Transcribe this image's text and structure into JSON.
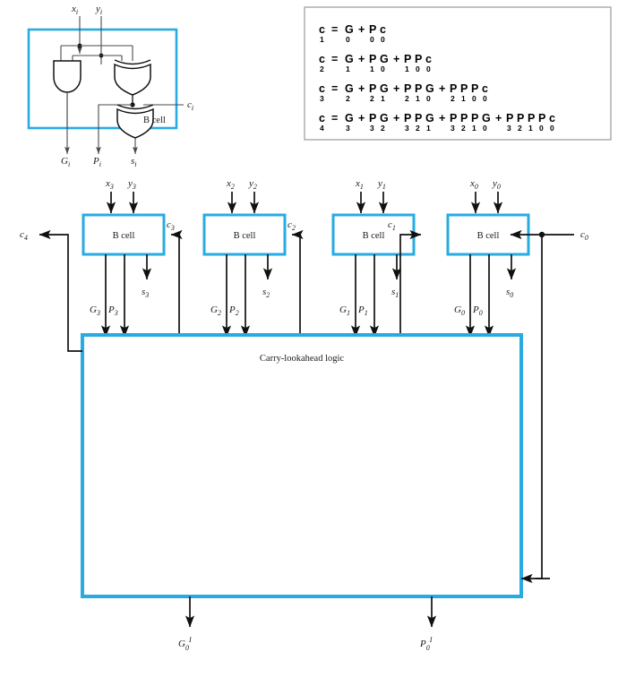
{
  "figure": {
    "title": "Carry-lookahead adder with B cells",
    "accent_color": "#29ABE2",
    "wire_color": "#111111",
    "thin_wire_color": "#4a4a4a"
  },
  "bcell_detail": {
    "box_label": "B cell",
    "inputs": [
      {
        "name": "x_i",
        "base": "x",
        "sub": "i"
      },
      {
        "name": "y_i",
        "base": "y",
        "sub": "i"
      },
      {
        "name": "c_i",
        "base": "c",
        "sub": "i"
      }
    ],
    "outputs": [
      {
        "name": "G_i",
        "base": "G",
        "sub": "i"
      },
      {
        "name": "P_i",
        "base": "P",
        "sub": "i"
      },
      {
        "name": "s_i",
        "base": "s",
        "sub": "i"
      }
    ],
    "gates": [
      "and-gate",
      "xor-gate",
      "xor-gate"
    ]
  },
  "equations": [
    {
      "lhs": {
        "base": "c",
        "sub": "1"
      },
      "terms": [
        {
          "factors": [
            {
              "base": "G",
              "sub": "0"
            }
          ]
        },
        {
          "factors": [
            {
              "base": "P",
              "sub": "0"
            },
            {
              "base": "c",
              "sub": "0"
            }
          ]
        }
      ]
    },
    {
      "lhs": {
        "base": "c",
        "sub": "2"
      },
      "terms": [
        {
          "factors": [
            {
              "base": "G",
              "sub": "1"
            }
          ]
        },
        {
          "factors": [
            {
              "base": "P",
              "sub": "1"
            },
            {
              "base": "G",
              "sub": "0"
            }
          ]
        },
        {
          "factors": [
            {
              "base": "P",
              "sub": "1"
            },
            {
              "base": "P",
              "sub": "0"
            },
            {
              "base": "c",
              "sub": "0"
            }
          ]
        }
      ]
    },
    {
      "lhs": {
        "base": "c",
        "sub": "3"
      },
      "terms": [
        {
          "factors": [
            {
              "base": "G",
              "sub": "2"
            }
          ]
        },
        {
          "factors": [
            {
              "base": "P",
              "sub": "2"
            },
            {
              "base": "G",
              "sub": "1"
            }
          ]
        },
        {
          "factors": [
            {
              "base": "P",
              "sub": "2"
            },
            {
              "base": "P",
              "sub": "1"
            },
            {
              "base": "G",
              "sub": "0"
            }
          ]
        },
        {
          "factors": [
            {
              "base": "P",
              "sub": "2"
            },
            {
              "base": "P",
              "sub": "1"
            },
            {
              "base": "P",
              "sub": "0"
            },
            {
              "base": "c",
              "sub": "0"
            }
          ]
        }
      ]
    },
    {
      "lhs": {
        "base": "c",
        "sub": "4"
      },
      "terms": [
        {
          "factors": [
            {
              "base": "G",
              "sub": "3"
            }
          ]
        },
        {
          "factors": [
            {
              "base": "P",
              "sub": "3"
            },
            {
              "base": "G",
              "sub": "2"
            }
          ]
        },
        {
          "factors": [
            {
              "base": "P",
              "sub": "3"
            },
            {
              "base": "P",
              "sub": "2"
            },
            {
              "base": "G",
              "sub": "1"
            }
          ]
        },
        {
          "factors": [
            {
              "base": "P",
              "sub": "3"
            },
            {
              "base": "P",
              "sub": "2"
            },
            {
              "base": "P",
              "sub": "1"
            },
            {
              "base": "G",
              "sub": "0"
            }
          ]
        },
        {
          "factors": [
            {
              "base": "P",
              "sub": "3"
            },
            {
              "base": "P",
              "sub": "2"
            },
            {
              "base": "P",
              "sub": "1"
            },
            {
              "base": "P",
              "sub": "0"
            },
            {
              "base": "c",
              "sub": "0"
            }
          ]
        }
      ]
    }
  ],
  "bcells": [
    {
      "index": 3,
      "label": "B cell",
      "x_in": {
        "base": "x",
        "sub": "3"
      },
      "y_in": {
        "base": "y",
        "sub": "3"
      },
      "carry_in": {
        "base": "c",
        "sub": "3"
      },
      "sum_out": {
        "base": "s",
        "sub": "3"
      },
      "g_out": {
        "base": "G",
        "sub": "3"
      },
      "p_out": {
        "base": "P",
        "sub": "3"
      }
    },
    {
      "index": 2,
      "label": "B cell",
      "x_in": {
        "base": "x",
        "sub": "2"
      },
      "y_in": {
        "base": "y",
        "sub": "2"
      },
      "carry_in": {
        "base": "c",
        "sub": "2"
      },
      "sum_out": {
        "base": "s",
        "sub": "2"
      },
      "g_out": {
        "base": "G",
        "sub": "2"
      },
      "p_out": {
        "base": "P",
        "sub": "2"
      }
    },
    {
      "index": 1,
      "label": "B cell",
      "x_in": {
        "base": "x",
        "sub": "1"
      },
      "y_in": {
        "base": "y",
        "sub": "1"
      },
      "carry_in": {
        "base": "c",
        "sub": "1"
      },
      "sum_out": {
        "base": "s",
        "sub": "1"
      },
      "g_out": {
        "base": "G",
        "sub": "1"
      },
      "p_out": {
        "base": "P",
        "sub": "1"
      }
    },
    {
      "index": 0,
      "label": "B cell",
      "x_in": {
        "base": "x",
        "sub": "0"
      },
      "y_in": {
        "base": "y",
        "sub": "0"
      },
      "carry_in": {
        "base": "c",
        "sub": "0"
      },
      "sum_out": {
        "base": "s",
        "sub": "0"
      },
      "g_out": {
        "base": "G",
        "sub": "0"
      },
      "p_out": {
        "base": "P",
        "sub": "0"
      }
    }
  ],
  "cla": {
    "label": "Carry-lookahead logic",
    "carry_out": {
      "base": "c",
      "sub": "4"
    },
    "carry_in": {
      "base": "c",
      "sub": "0"
    },
    "outputs": [
      {
        "base": "G",
        "sub": "0",
        "sup": "I"
      },
      {
        "base": "P",
        "sub": "0",
        "sup": "I"
      }
    ]
  }
}
